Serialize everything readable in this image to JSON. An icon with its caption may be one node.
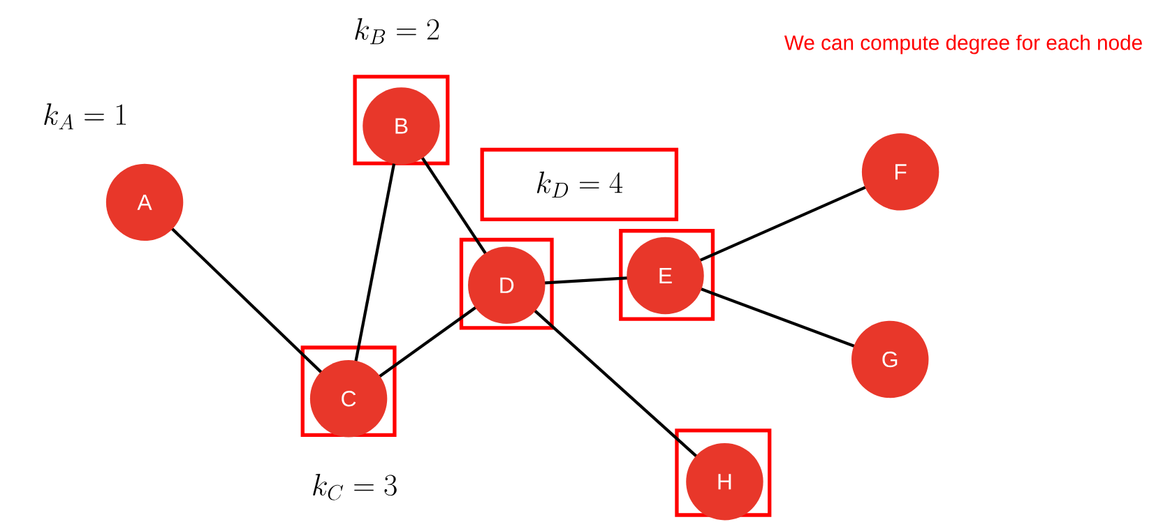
{
  "diagram": {
    "nodes": [
      {
        "text": [
          "A"
        ]
      },
      {
        "text": [],
        "shape": "box"
      },
      {
        "text": [
          "B"
        ],
        "in": 1
      },
      {
        "text": [],
        "shape": "box"
      },
      {
        "text": [
          "C"
        ],
        "in": 3
      },
      {
        "text": [],
        "shape": "box"
      },
      {
        "text": [
          "D"
        ],
        "in": 5
      },
      {
        "text": [],
        "shape": "box"
      },
      {
        "text": [
          "E"
        ],
        "in": 7
      },
      {
        "text": [
          "F"
        ]
      },
      {
        "text": [
          "G"
        ]
      },
      {
        "text": [],
        "shape": "box"
      },
      {
        "text": [
          "H"
        ],
        "in": 11
      },
      {
        "text": [
          "k_D = 4"
        ]
      }
    ],
    "edges": [
      {
        "from": 0,
        "to": 4,
        "arrow": "none"
      },
      {
        "from": 2,
        "to": 4,
        "arrow": "none"
      },
      {
        "from": 2,
        "to": 6,
        "arrow": "none"
      },
      {
        "from": 4,
        "to": 6,
        "arrow": "none"
      },
      {
        "from": 6,
        "to": 8,
        "arrow": "none"
      },
      {
        "from": 8,
        "to": 9,
        "arrow": "none"
      },
      {
        "from": 8,
        "to": 10,
        "arrow": "none"
      },
      {
        "from": 6,
        "to": 12,
        "arrow": "none"
      }
    ],
    "labels": [
      "k_B = 2",
      "We can compute degree for each node",
      "k_A = 1",
      "k_C = 3"
    ]
  }
}
